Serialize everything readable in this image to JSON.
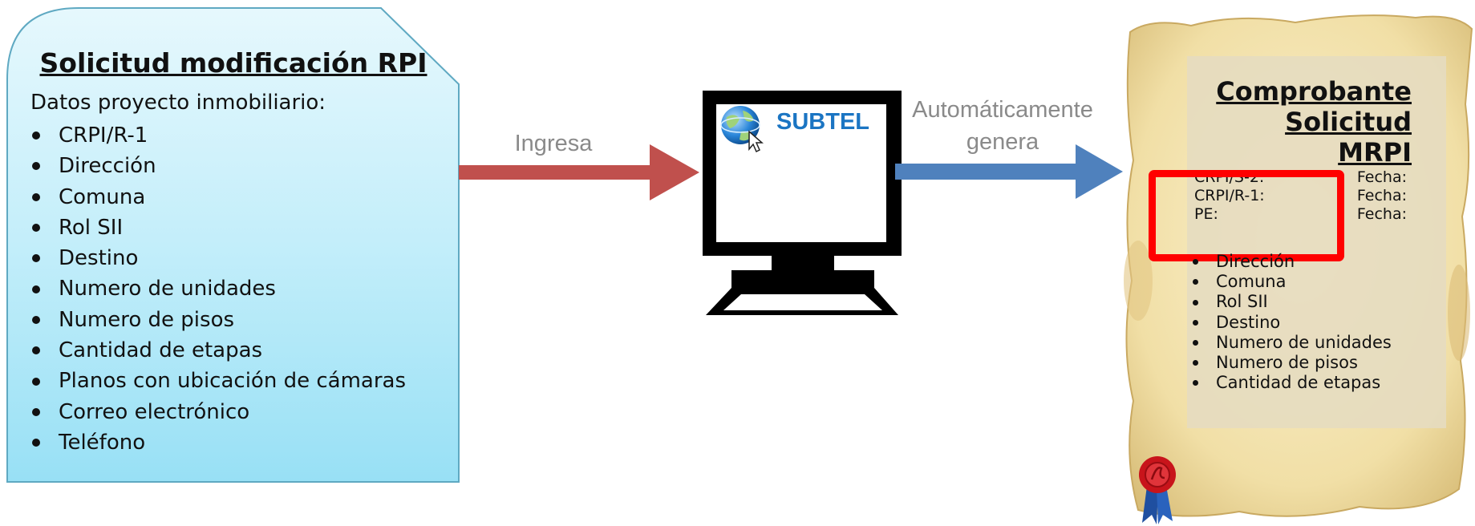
{
  "request_card": {
    "title": "Solicitud modificación RPI",
    "intro": "Datos proyecto inmobiliario:",
    "items": [
      "CRPI/R-1",
      "Dirección",
      "Comuna",
      "Rol SII",
      "Destino",
      "Numero de unidades",
      "Numero de pisos",
      "Cantidad de etapas",
      "Planos con ubicación de cámaras",
      "Correo electrónico",
      "Teléfono"
    ]
  },
  "arrows": {
    "input_label": "Ingresa",
    "output_label_line1": "Automáticamente",
    "output_label_line2": "genera",
    "input_color": "#c0504d",
    "output_color": "#4f81bd"
  },
  "system": {
    "name": "SUBTEL",
    "icon": "globe-cursor-icon",
    "brand_color": "#1b75c3"
  },
  "receipt": {
    "title_line1": "Comprobante",
    "title_line2": "Solicitud MRPI",
    "fields": [
      {
        "label": "CRPI/S-2:",
        "date_label": "Fecha:"
      },
      {
        "label": "CRPI/R-1:",
        "date_label": "Fecha:"
      },
      {
        "label": "PE:",
        "date_label": "Fecha:"
      }
    ],
    "items": [
      "Dirección",
      "Comuna",
      "Rol SII",
      "Destino",
      "Numero de unidades",
      "Numero de pisos",
      "Cantidad de etapas"
    ],
    "highlight_color": "#ff0000",
    "seal_icon": "wax-seal-ribbon-icon"
  }
}
